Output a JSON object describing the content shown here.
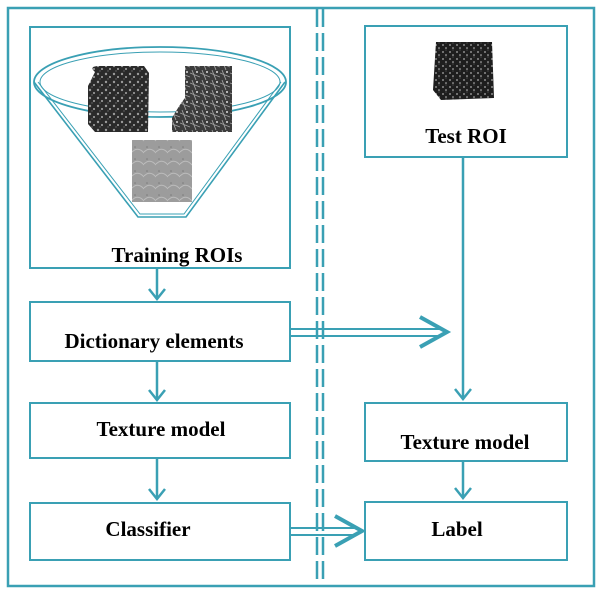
{
  "labels": {
    "training_rois": "Training ROIs",
    "dictionary_elements": "Dictionary elements",
    "texture_model_left": "Texture model",
    "classifier": "Classifier",
    "test_roi": "Test ROI",
    "texture_model_right": "Texture model",
    "label": "Label"
  },
  "colors": {
    "frame": "#3aa0b4",
    "arrow": "#3aa0b4",
    "text": "#000000"
  }
}
